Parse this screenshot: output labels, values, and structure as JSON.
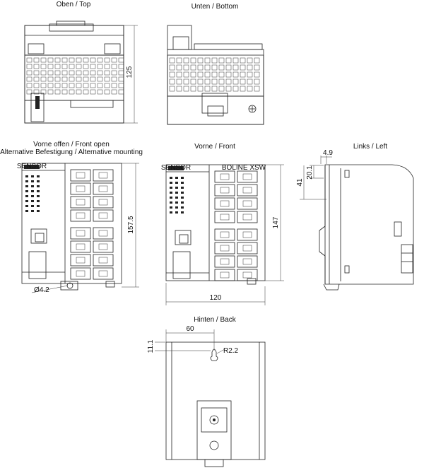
{
  "views": {
    "top": {
      "label": "Oben / Top"
    },
    "bottom": {
      "label": "Unten / Bottom"
    },
    "front_open": {
      "label_line1": "Vorne offen / Front open",
      "label_line2": "Alternative Befestigung / Alternative mounting"
    },
    "front": {
      "label": "Vorne / Front"
    },
    "left": {
      "label": "Links / Left"
    },
    "back": {
      "label": "Hinten / Back"
    }
  },
  "dimensions": {
    "height_top": "125",
    "height_front_open": "157.5",
    "height_front": "147",
    "width_front": "120",
    "hole_diameter": "Ø4.2",
    "left_offset": "4.9",
    "left_a": "20.1",
    "left_b": "41",
    "back_offset": "60",
    "back_radius": "R2.2",
    "back_top": "11.1"
  },
  "device_badge": "SENSOR",
  "device_name": "BOLINE XSW"
}
